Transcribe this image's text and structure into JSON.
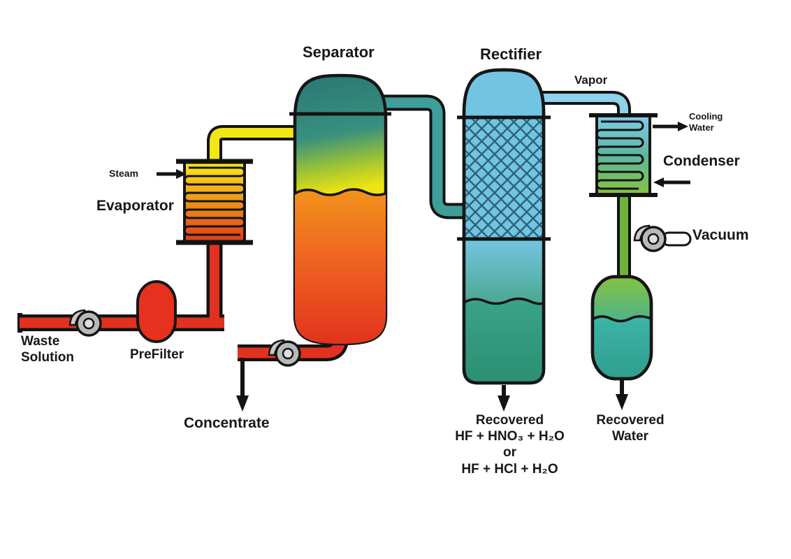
{
  "labels": {
    "separator": "Separator",
    "rectifier": "Rectifier",
    "vapor": "Vapor",
    "cooling_water": "Cooling\nWater",
    "condenser": "Condenser",
    "vacuum": "Vacuum",
    "steam": "Steam",
    "evaporator": "Evaporator",
    "waste_solution": "Waste\nSolution",
    "prefilter": "PreFilter",
    "concentrate": "Concentrate",
    "recovered_acids": "Recovered\nHF + HNO₃ + H₂O\nor\nHF + HCl + H₂O",
    "recovered_water": "Recovered\nWater"
  },
  "colors": {
    "pipe_red": "#e23120",
    "pipe_yellow": "#f2e714",
    "pipe_teal": "#3f9e99",
    "pipe_vapor_blue": "#8ed2ea",
    "pipe_green": "#6db33c",
    "prefilter_red": "#e6311e"
  }
}
